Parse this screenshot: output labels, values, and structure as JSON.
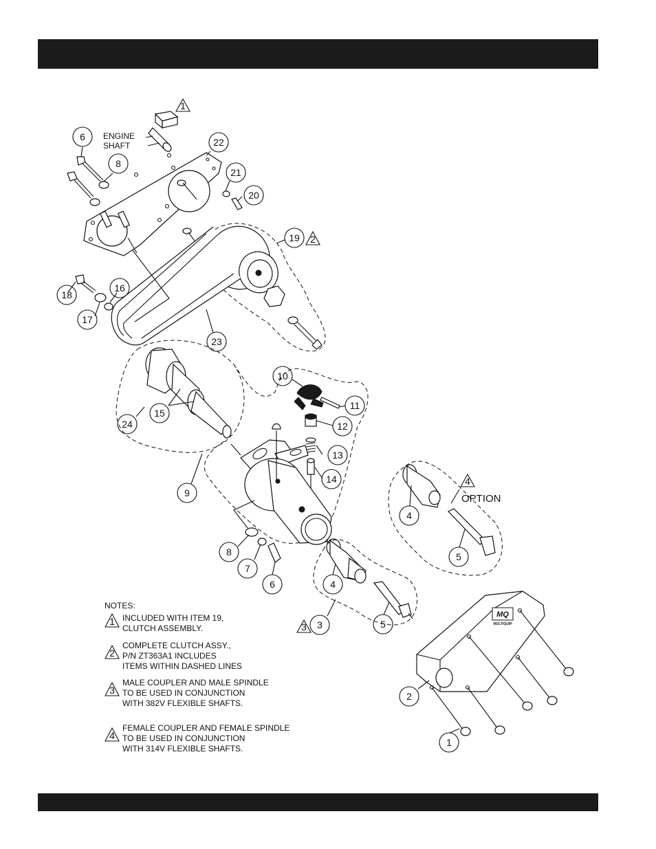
{
  "header": {
    "title": ""
  },
  "diagram": {
    "engine_label_line1": "ENGINE",
    "engine_label_line2": "SHAFT",
    "option_label": "OPTION",
    "callouts": {
      "c1_top": "1",
      "c6a": "6",
      "c8a": "8",
      "c22": "22",
      "c21": "21",
      "c20": "20",
      "c19": "19",
      "c19_tri": "2",
      "c18": "18",
      "c16": "16",
      "c17": "17",
      "c23": "23",
      "c10": "10",
      "c11": "11",
      "c12": "12",
      "c13": "13",
      "c14": "14",
      "c15": "15",
      "c24": "24",
      "c9": "9",
      "c8b": "8",
      "c7": "7",
      "c6b": "6",
      "c4a": "4",
      "c5a": "5",
      "c3": "3",
      "c3_tri": "3",
      "c4_opt_tri": "4",
      "c4b": "4",
      "c5b": "5",
      "c2": "2",
      "c1": "1"
    },
    "logo": {
      "mark": "MQ",
      "text": "MULTIQUIP"
    }
  },
  "notes": {
    "heading": "NOTES:",
    "items": [
      {
        "marker": "1",
        "lines": [
          "INCLUDED WITH ITEM 19,",
          "CLUTCH ASSEMBLY."
        ]
      },
      {
        "marker": "2",
        "lines": [
          "COMPLETE CLUTCH ASSY.,",
          "P/N ZT363A1 INCLUDES",
          "ITEMS WITHIN DASHED LINES"
        ]
      },
      {
        "marker": "3",
        "lines": [
          "MALE COUPLER AND MALE SPINDLE",
          "TO BE USED IN CONJUNCTION",
          "WITH 382V FLEXIBLE SHAFTS."
        ]
      },
      {
        "marker": "4",
        "lines": [
          "FEMALE COUPLER AND FEMALE SPINDLE",
          "TO BE USED IN CONJUNCTION",
          "WITH 314V FLEXIBLE SHAFTS."
        ]
      }
    ]
  },
  "colors": {
    "bar": "#1b1b1b",
    "line": "#111111",
    "background": "#ffffff"
  }
}
